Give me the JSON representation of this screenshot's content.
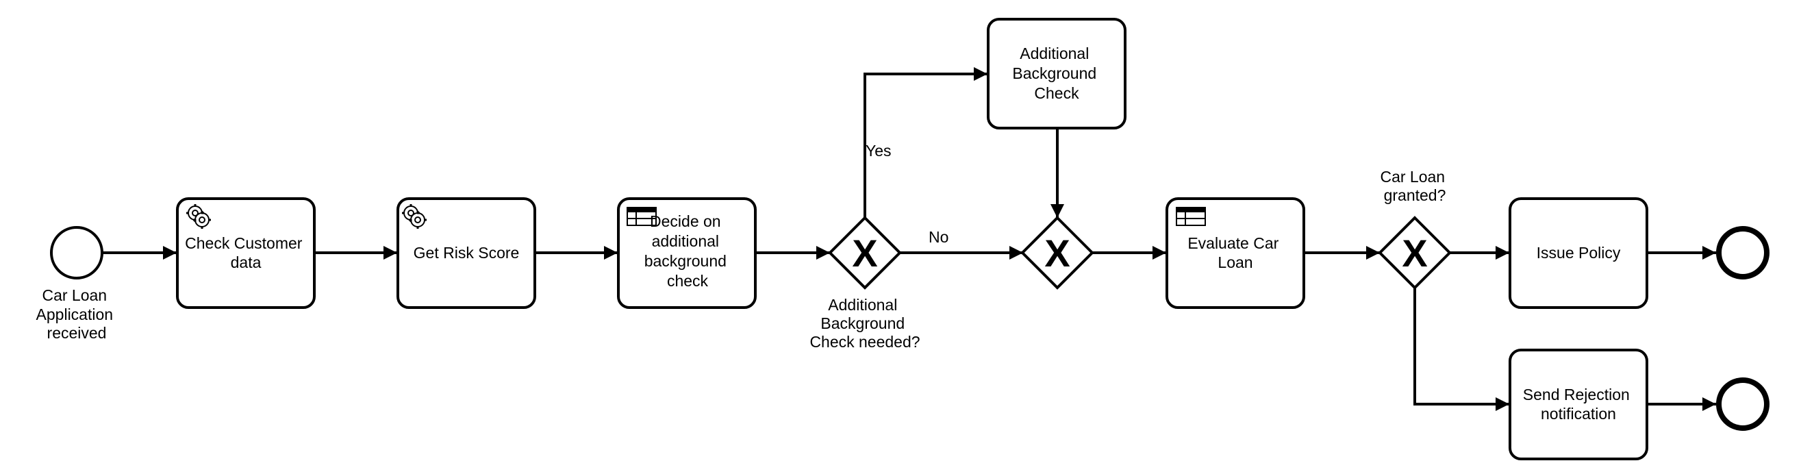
{
  "events": {
    "start_label": [
      "Car Loan",
      "Application",
      "received"
    ]
  },
  "tasks": {
    "check_customer": [
      "Check Customer",
      "data"
    ],
    "get_risk_score": [
      "Get Risk Score"
    ],
    "decide_background": [
      "Decide on",
      "additional",
      "background",
      "check"
    ],
    "additional_background": [
      "Additional",
      "Background",
      "Check"
    ],
    "evaluate_car_loan": [
      "Evaluate Car",
      "Loan"
    ],
    "issue_policy": [
      "Issue Policy"
    ],
    "send_rejection": [
      "Send Rejection",
      "notification"
    ]
  },
  "gateways": {
    "background_needed": [
      "Additional",
      "Background",
      "Check needed?"
    ],
    "loan_granted": [
      "Car Loan",
      "granted?"
    ],
    "marker": "X"
  },
  "flows": {
    "yes": "Yes",
    "no": "No"
  }
}
